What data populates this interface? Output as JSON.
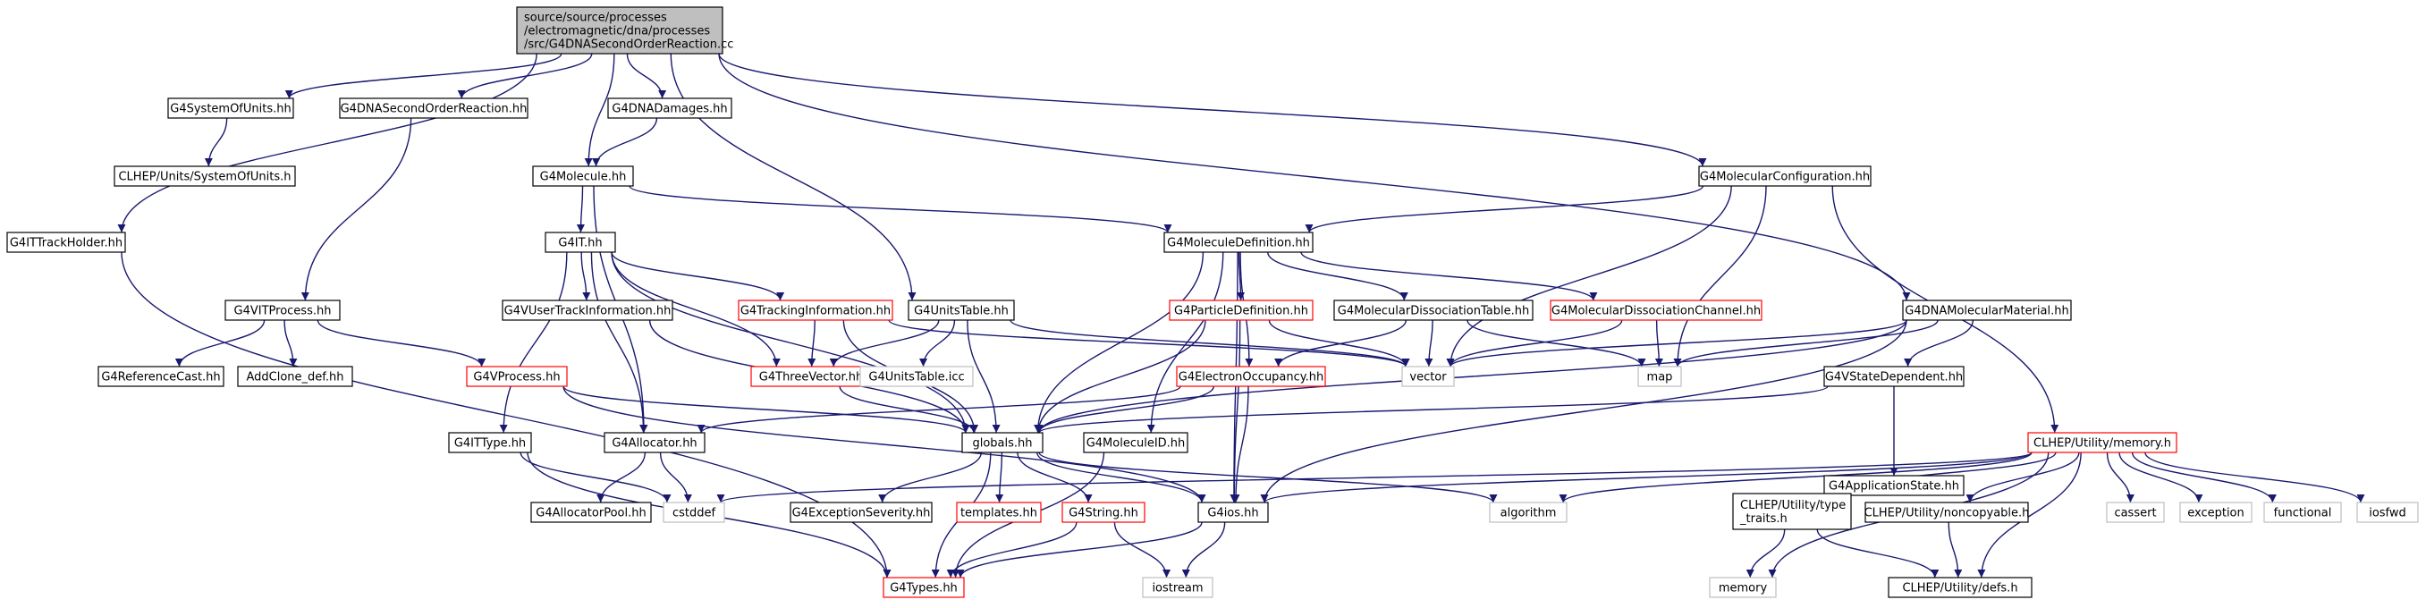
{
  "colors": {
    "edge": "#191970",
    "node_border_normal": "#000000",
    "node_border_truncated": "#ff0000",
    "node_border_external": "#bfbfbf",
    "root_fill": "#bfbfbf"
  },
  "nodes": {
    "root": {
      "lines": [
        "source/source/processes",
        "/electromagnetic/dna/processes",
        "/src/G4DNASecondOrderReaction.cc"
      ]
    },
    "G4ITTrackHolder_hh": {
      "lines": [
        "G4ITTrackHolder.hh"
      ]
    },
    "G4SystemOfUnits_hh": {
      "lines": [
        "G4SystemOfUnits.hh"
      ]
    },
    "G4DNASecondOrderReaction_hh": {
      "lines": [
        "G4DNASecondOrderReaction.hh"
      ]
    },
    "G4DNADamages_hh": {
      "lines": [
        "G4DNADamages.hh"
      ]
    },
    "G4Molecule_hh": {
      "lines": [
        "G4Molecule.hh"
      ]
    },
    "CLHEP_SystemOfUnits_h": {
      "lines": [
        "CLHEP/Units/SystemOfUnits.h"
      ]
    },
    "G4MolecularConfiguration_hh": {
      "lines": [
        "G4MolecularConfiguration.hh"
      ]
    },
    "G4DNAMolecularMaterial_hh": {
      "lines": [
        "G4DNAMolecularMaterial.hh"
      ]
    },
    "G4IT_hh": {
      "lines": [
        "G4IT.hh"
      ]
    },
    "G4MoleculeDefinition_hh": {
      "lines": [
        "G4MoleculeDefinition.hh"
      ]
    },
    "G4VITProcess_hh": {
      "lines": [
        "G4VITProcess.hh"
      ]
    },
    "G4VUserTrackInformation_hh": {
      "lines": [
        "G4VUserTrackInformation.hh"
      ]
    },
    "G4TrackingInformation_hh": {
      "lines": [
        "G4TrackingInformation.hh"
      ]
    },
    "G4UnitsTable_hh": {
      "lines": [
        "G4UnitsTable.hh"
      ]
    },
    "G4ParticleDefinition_hh": {
      "lines": [
        "G4ParticleDefinition.hh"
      ]
    },
    "G4MolecularDissociationTable_hh": {
      "lines": [
        "G4MolecularDissociationTable.hh"
      ]
    },
    "G4MolecularDissociationChannel_hh": {
      "lines": [
        "G4MolecularDissociationChannel.hh"
      ]
    },
    "G4ReferenceCast_hh": {
      "lines": [
        "G4ReferenceCast.hh"
      ]
    },
    "AddClone_def_hh": {
      "lines": [
        "AddClone_def.hh"
      ]
    },
    "G4VProcess_hh": {
      "lines": [
        "G4VProcess.hh"
      ]
    },
    "G4ThreeVector_hh": {
      "lines": [
        "G4ThreeVector.hh"
      ]
    },
    "G4UnitsTable_icc": {
      "lines": [
        "G4UnitsTable.icc"
      ]
    },
    "vector": {
      "lines": [
        "vector"
      ]
    },
    "G4ElectronOccupancy_hh": {
      "lines": [
        "G4ElectronOccupancy.hh"
      ]
    },
    "map": {
      "lines": [
        "map"
      ]
    },
    "G4VStateDependent_hh": {
      "lines": [
        "G4VStateDependent.hh"
      ]
    },
    "G4ITType_hh": {
      "lines": [
        "G4ITType.hh"
      ]
    },
    "G4Allocator_hh": {
      "lines": [
        "G4Allocator.hh"
      ]
    },
    "globals_hh": {
      "lines": [
        "globals.hh"
      ]
    },
    "G4MoleculeID_hh": {
      "lines": [
        "G4MoleculeID.hh"
      ]
    },
    "G4ApplicationState_hh": {
      "lines": [
        "G4ApplicationState.hh"
      ]
    },
    "CLHEP_memory_h": {
      "lines": [
        "CLHEP/Utility/memory.h"
      ]
    },
    "cstddef": {
      "lines": [
        "cstddef"
      ]
    },
    "G4AllocatorPool_hh": {
      "lines": [
        "G4AllocatorPool.hh"
      ]
    },
    "G4ExceptionSeverity_hh": {
      "lines": [
        "G4ExceptionSeverity.hh"
      ]
    },
    "templates_hh": {
      "lines": [
        "templates.hh"
      ]
    },
    "G4String_hh": {
      "lines": [
        "G4String.hh"
      ]
    },
    "G4ios_hh": {
      "lines": [
        "G4ios.hh"
      ]
    },
    "algorithm": {
      "lines": [
        "algorithm"
      ]
    },
    "CLHEP_type_traits_h": {
      "lines": [
        "CLHEP/Utility/type",
        "_traits.h"
      ]
    },
    "CLHEP_noncopyable_h": {
      "lines": [
        "CLHEP/Utility/noncopyable.h"
      ]
    },
    "cassert": {
      "lines": [
        "cassert"
      ]
    },
    "exception": {
      "lines": [
        "exception"
      ]
    },
    "functional": {
      "lines": [
        "functional"
      ]
    },
    "iosfwd": {
      "lines": [
        "iosfwd"
      ]
    },
    "G4Types_hh": {
      "lines": [
        "G4Types.hh"
      ]
    },
    "iostream": {
      "lines": [
        "iostream"
      ]
    },
    "memory": {
      "lines": [
        "memory"
      ]
    },
    "CLHEP_defs_h": {
      "lines": [
        "CLHEP/Utility/defs.h"
      ]
    }
  }
}
